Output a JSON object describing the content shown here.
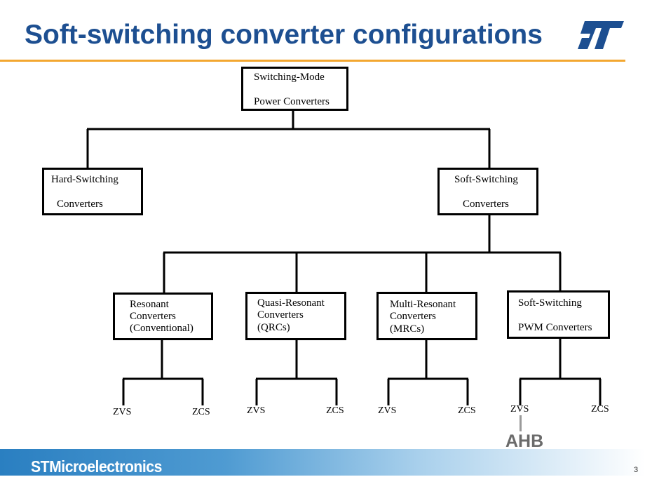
{
  "title": "Soft-switching converter configurations",
  "brand": "STMicroelectronics",
  "logo_text": "ST",
  "page_number": "3",
  "annotation": "AHB",
  "colors": {
    "title": "#1d4f91",
    "rule": "#f3a730",
    "logo": "#1d4f91",
    "footer": "#2a7fc1"
  },
  "diagram": {
    "root": {
      "line1": "Switching-Mode",
      "line2": "Power Converters"
    },
    "hard": {
      "line1": "Hard-Switching",
      "line2": "Converters"
    },
    "soft": {
      "line1": "Soft-Switching",
      "line2": "Converters"
    },
    "resonant": {
      "line1": "Resonant",
      "line2": "Converters",
      "line3": "(Conventional)"
    },
    "quasi": {
      "line1": "Quasi-Resonant",
      "line2": "Converters",
      "line3": "(QRCs)"
    },
    "multi": {
      "line1": "Multi-Resonant",
      "line2": "Converters",
      "line3": "(MRCs)"
    },
    "pwm": {
      "line1": "Soft-Switching",
      "line2": "PWM  Converters"
    },
    "leaves": {
      "zvs": "ZVS",
      "zcs": "ZCS"
    }
  }
}
